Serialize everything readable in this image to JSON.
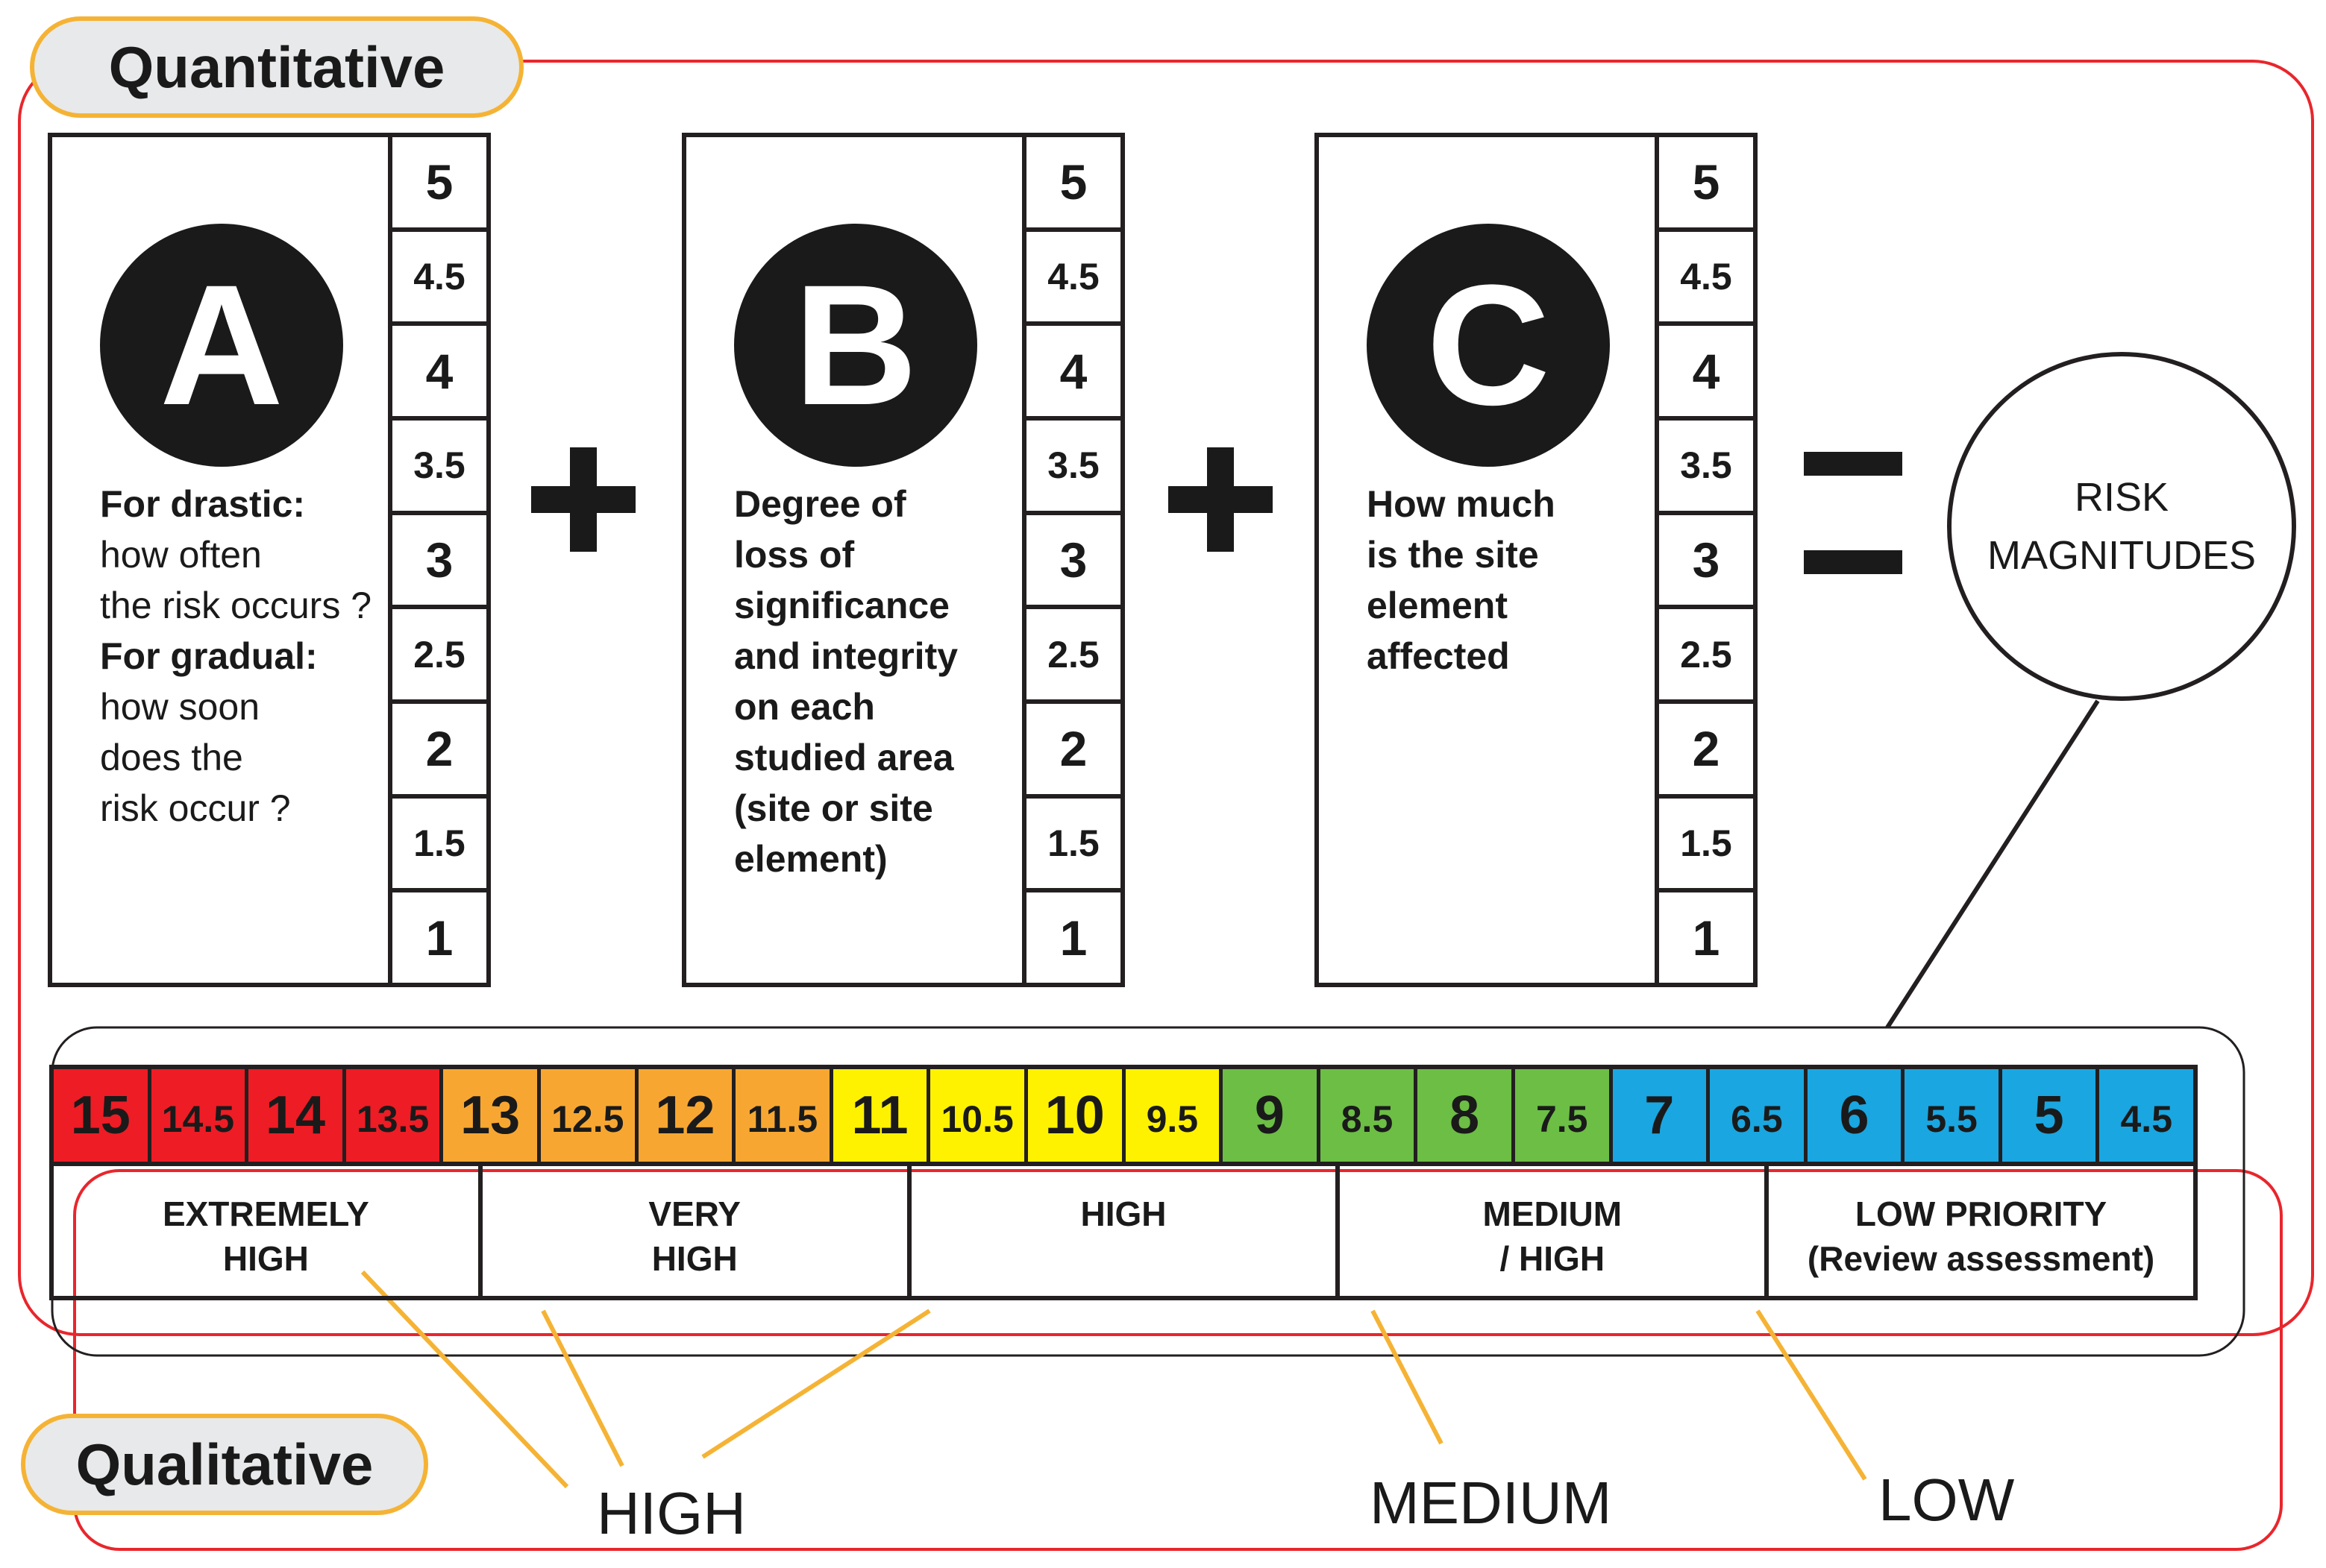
{
  "quantitative_label": "Quantitative",
  "qualitative_label": "Qualitative",
  "panels": [
    {
      "letter": "A",
      "text_lines": [
        {
          "text": "For drastic:",
          "bold": true
        },
        {
          "text": "how often",
          "bold": false
        },
        {
          "text": "the risk occurs ?",
          "bold": false
        },
        {
          "text": "For gradual:",
          "bold": true
        },
        {
          "text": "how soon",
          "bold": false
        },
        {
          "text": "does the",
          "bold": false
        },
        {
          "text": "risk occur ?",
          "bold": false
        }
      ]
    },
    {
      "letter": "B",
      "text_lines": [
        {
          "text": "Degree of",
          "bold": true
        },
        {
          "text": "loss of",
          "bold": true
        },
        {
          "text": "significance",
          "bold": true
        },
        {
          "text": "and integrity",
          "bold": true
        },
        {
          "text": "on each",
          "bold": true
        },
        {
          "text": "studied area",
          "bold": true
        },
        {
          "text": "(site or site",
          "bold": true
        },
        {
          "text": "element)",
          "bold": true
        }
      ]
    },
    {
      "letter": "C",
      "text_lines": [
        {
          "text": "How much",
          "bold": true
        },
        {
          "text": "is the site",
          "bold": true
        },
        {
          "text": "element",
          "bold": true
        },
        {
          "text": "affected",
          "bold": true
        }
      ]
    }
  ],
  "scale_values": [
    "5",
    "4.5",
    "4",
    "3.5",
    "3",
    "2.5",
    "2",
    "1.5",
    "1"
  ],
  "operators": {
    "plus": "+",
    "equals": "="
  },
  "risk_magnitudes": {
    "line1": "RISK",
    "line2": "MAGNITUDES"
  },
  "magnitude_cells": [
    {
      "value": "15",
      "color": "#ee1c25"
    },
    {
      "value": "14.5",
      "color": "#ee1c25"
    },
    {
      "value": "14",
      "color": "#ee1c25"
    },
    {
      "value": "13.5",
      "color": "#ee1c25"
    },
    {
      "value": "13",
      "color": "#f7a731"
    },
    {
      "value": "12.5",
      "color": "#f7a731"
    },
    {
      "value": "12",
      "color": "#f7a731"
    },
    {
      "value": "11.5",
      "color": "#f7a731"
    },
    {
      "value": "11",
      "color": "#fff200"
    },
    {
      "value": "10.5",
      "color": "#fff200"
    },
    {
      "value": "10",
      "color": "#fff200"
    },
    {
      "value": "9.5",
      "color": "#fff200"
    },
    {
      "value": "9",
      "color": "#6cbe45"
    },
    {
      "value": "8.5",
      "color": "#6cbe45"
    },
    {
      "value": "8",
      "color": "#6cbe45"
    },
    {
      "value": "7.5",
      "color": "#6cbe45"
    },
    {
      "value": "7",
      "color": "#1aa6e0"
    },
    {
      "value": "6.5",
      "color": "#1aa6e0"
    },
    {
      "value": "6",
      "color": "#1aa6e0"
    },
    {
      "value": "5.5",
      "color": "#1aa6e0"
    },
    {
      "value": "5",
      "color": "#1aa6e0"
    },
    {
      "value": "4.5",
      "color": "#1aa6e0"
    }
  ],
  "priority_labels": [
    {
      "line1": "EXTREMELY",
      "line2": "HIGH"
    },
    {
      "line1": "VERY",
      "line2": "HIGH"
    },
    {
      "line1": "HIGH",
      "line2": ""
    },
    {
      "line1": "MEDIUM",
      "line2": "/ HIGH"
    },
    {
      "line1": "LOW PRIORITY",
      "line2": "(Review assessment)"
    }
  ],
  "qualitative_levels": [
    "HIGH",
    "MEDIUM",
    "LOW"
  ],
  "colors": {
    "frame_red": "#e8262c",
    "leader_orange": "#f5b335",
    "pill_fill": "#e8e9ea",
    "outline": "#231f20"
  }
}
